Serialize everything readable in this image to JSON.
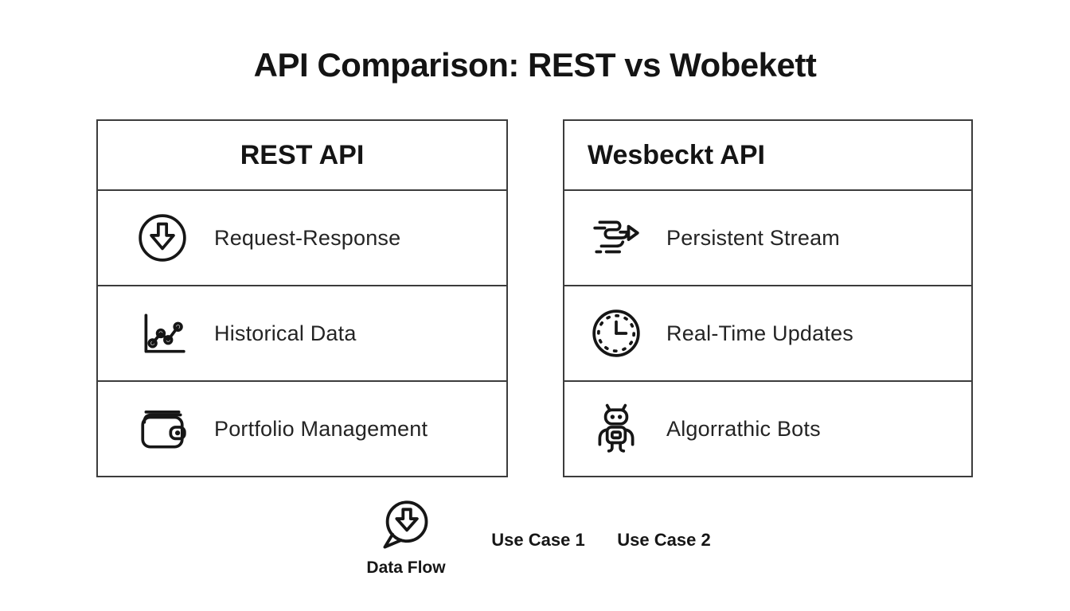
{
  "title": "API Comparison: REST vs Wobekett",
  "colors": {
    "background": "#ffffff",
    "text": "#1a1a1a",
    "border": "#3c3c3c"
  },
  "left_table": {
    "header": "REST API",
    "rows": [
      {
        "icon": "arrow-down-circle-icon",
        "label": "Request-Response"
      },
      {
        "icon": "line-chart-icon",
        "label": "Historical Data"
      },
      {
        "icon": "wallet-icon",
        "label": "Portfolio Management"
      }
    ]
  },
  "right_table": {
    "header": "Wesbeckt API",
    "rows": [
      {
        "icon": "stream-arrow-icon",
        "label": "Persistent Stream"
      },
      {
        "icon": "clock-icon",
        "label": "Real-Time Updates"
      },
      {
        "icon": "robot-icon",
        "label": "Algorrathic Bots"
      }
    ]
  },
  "legend": {
    "data_flow_icon": "chat-arrow-down-icon",
    "data_flow_label": "Data Flow",
    "use_case_1": "Use Case 1",
    "use_case_2": "Use Case 2"
  }
}
